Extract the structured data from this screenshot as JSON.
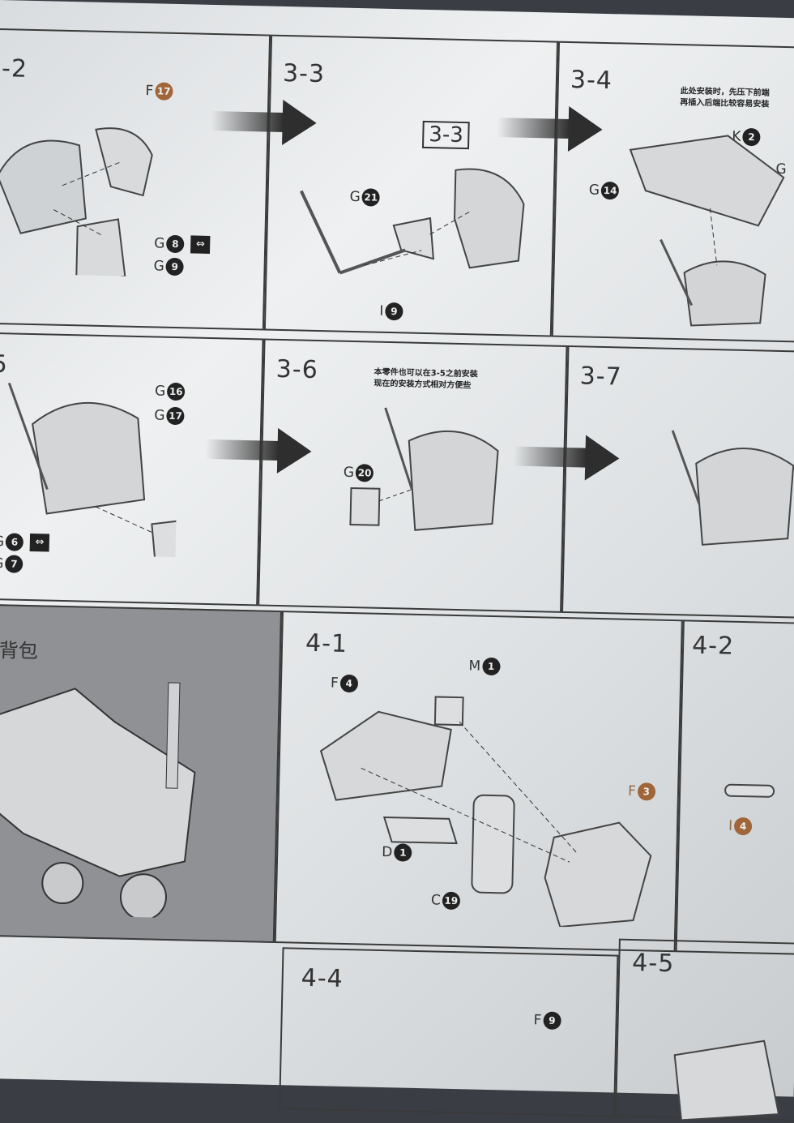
{
  "panels": {
    "p32": {
      "step": "-2",
      "callouts": [
        {
          "letter": "F",
          "num": "17"
        },
        {
          "letter": "G",
          "num": "8"
        },
        {
          "letter": "G",
          "num": "9"
        }
      ]
    },
    "p33": {
      "step": "3-3",
      "ref_box": "3-3",
      "callouts": [
        {
          "letter": "G",
          "num": "21"
        },
        {
          "letter": "I",
          "num": "9"
        }
      ]
    },
    "p34": {
      "step": "3-4",
      "note": [
        "此处安装时，先压下前端",
        "再插入后端比较容易安装"
      ],
      "callouts": [
        {
          "letter": "K",
          "num": "2"
        },
        {
          "letter": "G",
          "num": "14"
        },
        {
          "letter": "G",
          "num": ""
        }
      ]
    },
    "p35": {
      "step": "5",
      "callouts": [
        {
          "letter": "G",
          "num": "16"
        },
        {
          "letter": "G",
          "num": "17"
        },
        {
          "letter": "G",
          "num": "6"
        },
        {
          "letter": "G",
          "num": "7"
        }
      ]
    },
    "p36": {
      "step": "3-6",
      "note": [
        "本零件也可以在3-5之前安装",
        "现在的安装方式相对方便些"
      ],
      "callouts": [
        {
          "letter": "G",
          "num": "20"
        }
      ]
    },
    "p37": {
      "step": "3-7"
    },
    "backpack": {
      "title": "背包"
    },
    "p41": {
      "step": "4-1",
      "callouts": [
        {
          "letter": "M",
          "num": "1"
        },
        {
          "letter": "F",
          "num": "4"
        },
        {
          "letter": "F",
          "num": "3"
        },
        {
          "letter": "D",
          "num": "1"
        },
        {
          "letter": "C",
          "num": "19"
        }
      ]
    },
    "p42": {
      "step": "4-2",
      "callouts": [
        {
          "letter": "I",
          "num": "4"
        }
      ]
    },
    "p44": {
      "step": "4-4",
      "callouts": [
        {
          "letter": "F",
          "num": "9"
        }
      ]
    },
    "p45": {
      "step": "4-5"
    }
  },
  "swap_icon": "swap-arrows-icon",
  "colors": {
    "runner_marker": "#222222",
    "runner_marker_alt": "#a0663a"
  }
}
